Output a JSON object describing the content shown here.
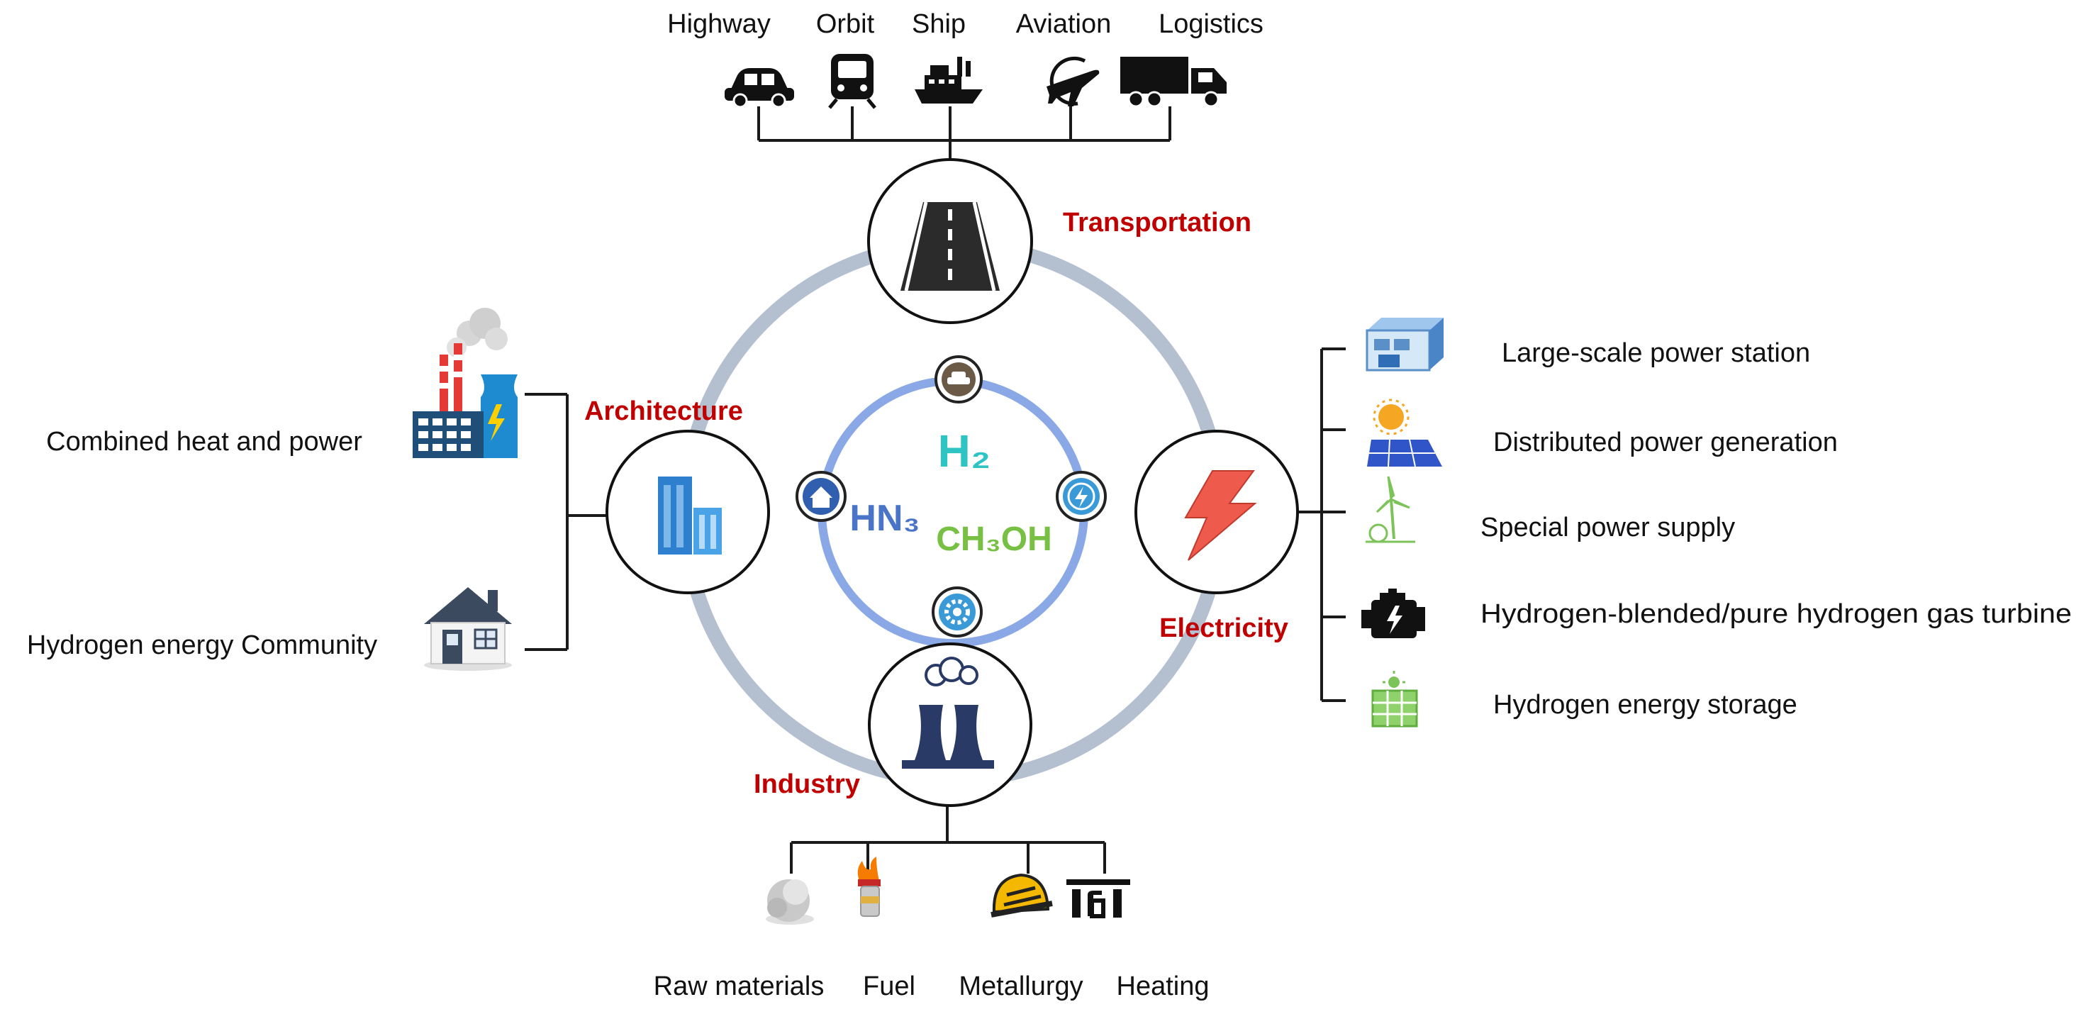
{
  "colors": {
    "category_label": "#c00000",
    "outer_ring": "#b4bfd0",
    "inner_ring": "#8aa8e6",
    "line": "#1a1a1a",
    "h2": "#2ec4c4",
    "hn3": "#4a74c8",
    "ch3oh": "#77c043"
  },
  "center": {
    "h2": "H₂",
    "hn3": "HN₃",
    "ch3oh": "CH₃OH"
  },
  "categories": {
    "transportation": "Transportation",
    "architecture": "Architecture",
    "electricity": "Electricity",
    "industry": "Industry"
  },
  "transportation_items": [
    {
      "label": "Highway",
      "icon": "car-icon"
    },
    {
      "label": "Orbit",
      "icon": "train-icon"
    },
    {
      "label": "Ship",
      "icon": "ship-icon"
    },
    {
      "label": "Aviation",
      "icon": "airplane-icon"
    },
    {
      "label": "Logistics",
      "icon": "truck-icon"
    }
  ],
  "architecture_items": [
    {
      "label": "Combined heat and power",
      "icon": "factory-icon"
    },
    {
      "label": "Hydrogen energy Community",
      "icon": "house-icon"
    }
  ],
  "electricity_items": [
    {
      "label": "Large-scale power station",
      "icon": "power-station-icon"
    },
    {
      "label": "Distributed power generation",
      "icon": "solar-panel-icon"
    },
    {
      "label": "Special power supply",
      "icon": "wind-turbine-icon"
    },
    {
      "label": "Hydrogen-blended/pure hydrogen gas turbine",
      "icon": "engine-icon"
    },
    {
      "label": "Hydrogen energy storage",
      "icon": "battery-storage-icon"
    }
  ],
  "industry_items": [
    {
      "label": "Raw materials",
      "icon": "raw-material-icon"
    },
    {
      "label": "Fuel",
      "icon": "fuel-icon"
    },
    {
      "label": "Metallurgy",
      "icon": "helmet-icon"
    },
    {
      "label": "Heating",
      "icon": "heating-icon"
    }
  ]
}
